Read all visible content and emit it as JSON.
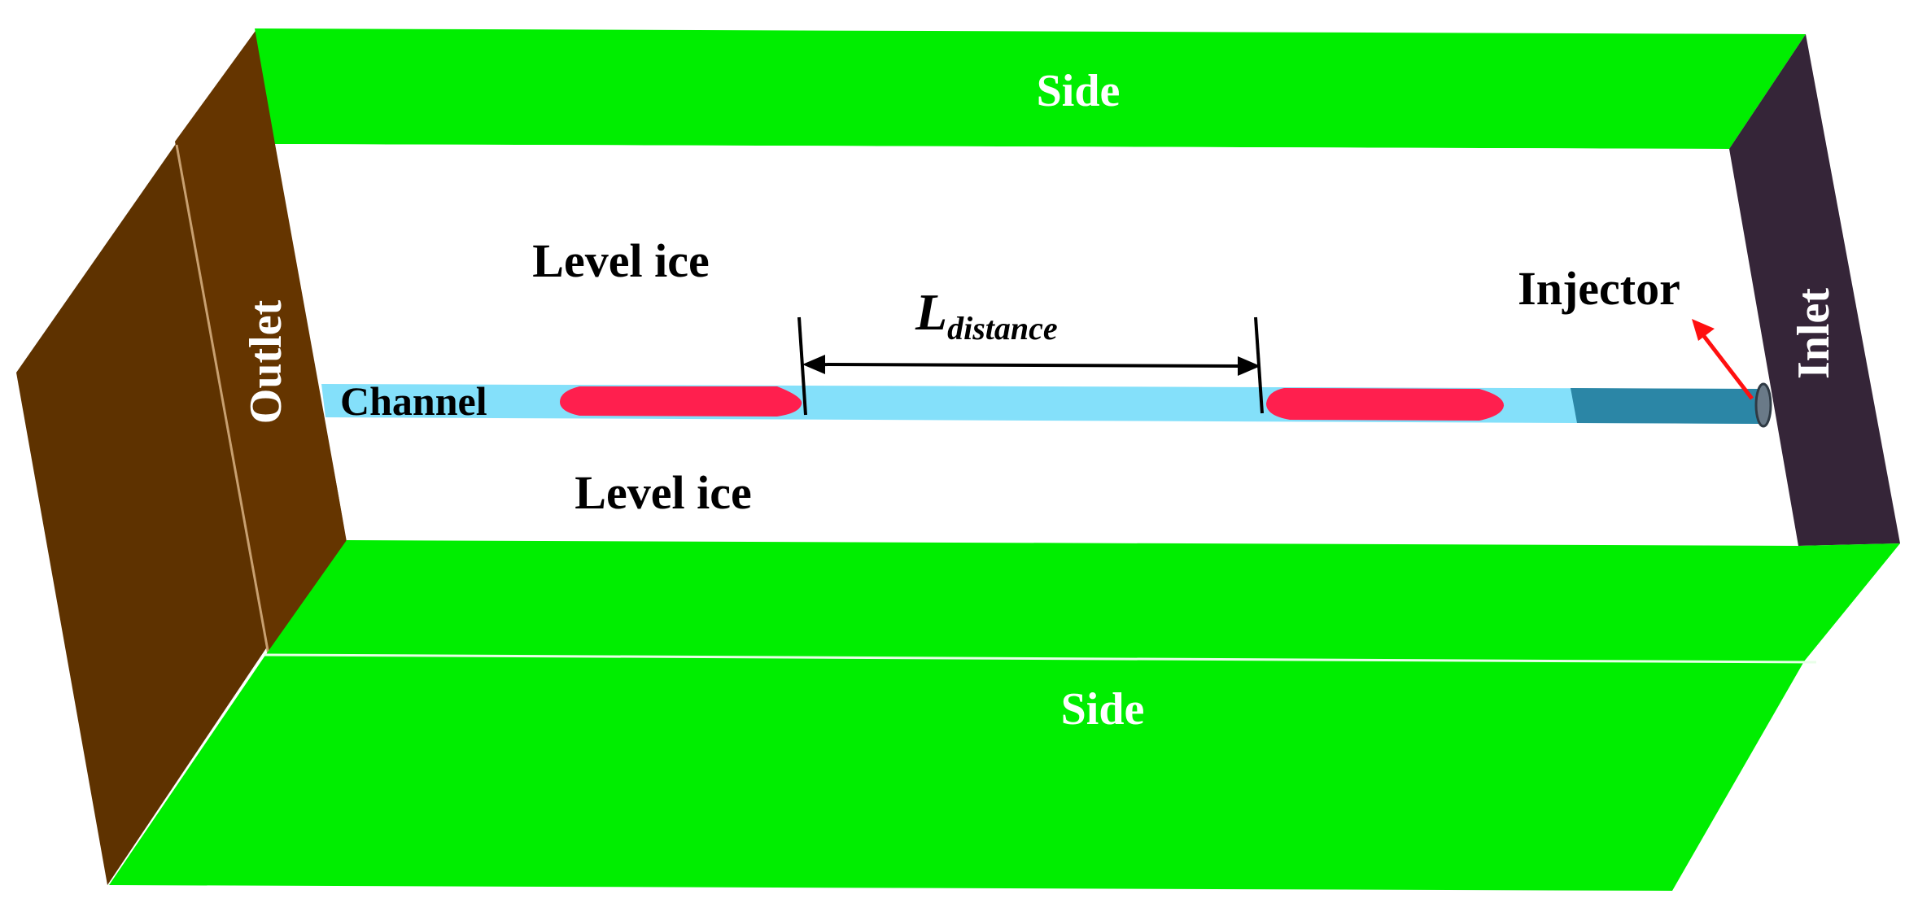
{
  "labels": {
    "side_top": "Side",
    "side_bottom": "Side",
    "outlet": "Outlet",
    "inlet": "Inlet",
    "level_ice_top": "Level ice",
    "level_ice_bottom": "Level ice",
    "channel": "Channel",
    "injector": "Injector",
    "distance_main": "L",
    "distance_sub": "distance"
  },
  "colors": {
    "side": "#00ee00",
    "outlet": "#5e3200",
    "inlet": "#352538",
    "channel": "#84e0fa",
    "channel_dark": "#2b86a6",
    "ship": "#ff1f4e",
    "arrow": "#ff1010"
  }
}
